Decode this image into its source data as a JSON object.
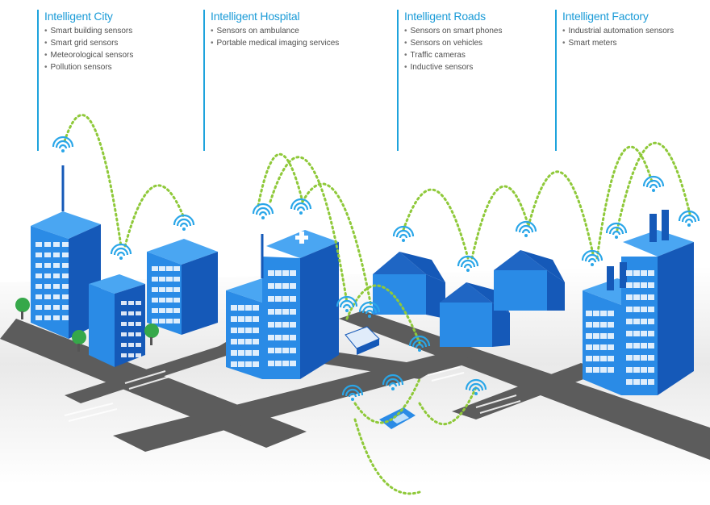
{
  "categories": [
    {
      "title": "Intelligent City",
      "items": [
        "Smart building sensors",
        "Smart grid sensors",
        "Meteorological sensors",
        "Pollution sensors"
      ]
    },
    {
      "title": "Intelligent Hospital",
      "items": [
        "Sensors on ambulance",
        "Portable medical imaging services"
      ]
    },
    {
      "title": "Intelligent Roads",
      "items": [
        "Sensors on smart phones",
        "Sensors on vehicles",
        "Traffic cameras",
        "Inductive sensors"
      ]
    },
    {
      "title": "Intelligent Factory",
      "items": [
        "Industrial automation sensors",
        "Smart meters"
      ]
    }
  ],
  "colors": {
    "accent": "#1ea3dc",
    "building_light": "#2a8be6",
    "building_dark": "#1559b8",
    "building_top": "#4aa6f2",
    "link_dots": "#8fc93a",
    "wifi": "#2aa6e8",
    "road": "#5a5a5a",
    "ground": "#e4e4e4"
  }
}
